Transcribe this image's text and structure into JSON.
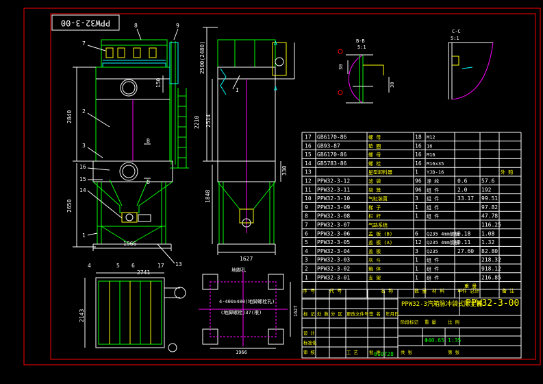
{
  "drawing_number_box": "PPW32-3-00",
  "drawing_number_title": "PPW32-3-00",
  "product_name": "PPW32-3汽箱脉冲袋式除尘器",
  "weight": "Φ40.65",
  "scale": "1:35",
  "serial": "010728",
  "colors": {
    "frame": "#ff0000",
    "line": "#ffffff",
    "green": "#00ff00",
    "yellow": "#ffff00",
    "cyan": "#00ffff",
    "magenta": "#ff00ff"
  },
  "front_view": {
    "balloons": [
      "8",
      "9",
      "7",
      "2",
      "3",
      "16",
      "15",
      "14",
      "1",
      "13"
    ],
    "dims": {
      "overall_height": "2840",
      "hopper_height": "2650",
      "inlet": "150",
      "width": "1966"
    },
    "section_marks": {
      "b_top": "B",
      "b_bottom": "B"
    }
  },
  "side_view": {
    "dims": {
      "top": "2500(2480)",
      "mid": "2210",
      "mid2": "2514",
      "right": "330",
      "hopper": "1848",
      "width": "1627"
    },
    "marks": {
      "a1": "A",
      "a2": "A",
      "roman": "I"
    }
  },
  "plan_view": {
    "balloons": [
      "4",
      "5",
      "6",
      "17",
      "13"
    ],
    "dims": {
      "width": "2741",
      "height": "2143"
    }
  },
  "foundation_view": {
    "label": "地脚孔",
    "note1": "4-400x400(地脚螺栓孔)",
    "note2": "(地脚螺栓)37(根)",
    "dims": {
      "width": "1966",
      "height": "1627"
    }
  },
  "detail_bb": {
    "title": "B-B",
    "scale": "5:1",
    "dims": [
      "30",
      "30"
    ]
  },
  "detail_cc": {
    "title": "C-C",
    "scale": "5:1"
  },
  "bom": {
    "rows": [
      {
        "no": "17",
        "code": "GB6170-86",
        "name": "螺 母",
        "qty": "18",
        "mat": "M12",
        "w1": "",
        "w2": "",
        "note": ""
      },
      {
        "no": "16",
        "code": "GB93-87",
        "name": "垫 圈",
        "qty": "16",
        "mat": "16",
        "w1": "",
        "w2": "",
        "note": ""
      },
      {
        "no": "15",
        "code": "GB6170-86",
        "name": "螺 母",
        "qty": "16",
        "mat": "M16",
        "w1": "",
        "w2": "",
        "note": ""
      },
      {
        "no": "14",
        "code": "GB5783-86",
        "name": "螺 栓",
        "qty": "16",
        "mat": "M16x35",
        "w1": "",
        "w2": "",
        "note": ""
      },
      {
        "no": "13",
        "code": "",
        "name": "星型卸料器",
        "qty": "1",
        "mat": "YJD-16",
        "w1": "",
        "w2": "",
        "note": "外 购"
      },
      {
        "no": "12",
        "code": "PPW32-3-12",
        "name": "滤 袋",
        "qty": "96",
        "mat": "涤 纶",
        "w1": "0.6",
        "w2": "57.6",
        "note": ""
      },
      {
        "no": "11",
        "code": "PPW32-3-11",
        "name": "袋 笼",
        "qty": "96",
        "mat": "组 件",
        "w1": "2.0",
        "w2": "192",
        "note": ""
      },
      {
        "no": "10",
        "code": "PPW32-3-10",
        "name": "气缸装置",
        "qty": "3",
        "mat": "组 件",
        "w1": "33.17",
        "w2": "99.51",
        "note": ""
      },
      {
        "no": "9",
        "code": "PPW32-3-09",
        "name": "梯 子",
        "qty": "1",
        "mat": "组 件",
        "w1": "",
        "w2": "97.82",
        "note": ""
      },
      {
        "no": "8",
        "code": "PPW32-3-08",
        "name": "栏 杆",
        "qty": "1",
        "mat": "组 件",
        "w1": "",
        "w2": "47.78",
        "note": ""
      },
      {
        "no": "7",
        "code": "PPW32-3-07",
        "name": "气路系统",
        "qty": "",
        "mat": "",
        "w1": "",
        "w2": "116.25",
        "note": ""
      },
      {
        "no": "6",
        "code": "PPW32-3-06",
        "name": "盖 板 (B)",
        "qty": "6",
        "mat": "Q235 4mm钢板",
        "w1": "0.18",
        "w2": "1.08",
        "note": ""
      },
      {
        "no": "5",
        "code": "PPW32-3-05",
        "name": "盖 板 (A)",
        "qty": "12",
        "mat": "Q235 4mm钢板",
        "w1": "0.11",
        "w2": "1.32",
        "note": ""
      },
      {
        "no": "4",
        "code": "PPW32-3-04",
        "name": "盖 板",
        "qty": "3",
        "mat": "Q235",
        "w1": "27.60",
        "w2": "82.80",
        "note": ""
      },
      {
        "no": "3",
        "code": "PPW32-3-03",
        "name": "灰 斗",
        "qty": "1",
        "mat": "组 件",
        "w1": "",
        "w2": "218.32",
        "note": ""
      },
      {
        "no": "2",
        "code": "PPW32-3-02",
        "name": "箱 体",
        "qty": "1",
        "mat": "组 件",
        "w1": "",
        "w2": "918.12",
        "note": ""
      },
      {
        "no": "1",
        "code": "PPW32-3-01",
        "name": "支 架",
        "qty": "1",
        "mat": "组 件",
        "w1": "",
        "w2": "216.85",
        "note": ""
      }
    ],
    "header": {
      "no": "序 号",
      "code": "代 号",
      "name": "名 称",
      "qty": "数 量",
      "mat": "材 料",
      "w": "单件 总计",
      "wlabel": "重 量",
      "note": "备 注"
    }
  },
  "title_block": {
    "labels": [
      "标 记",
      "处 数",
      "分 区",
      "更改文件号",
      "签 名",
      "年月日",
      "设 计",
      "标准化",
      "审 核",
      "工 艺",
      "批 准",
      "阶段标记",
      "重 量",
      "比 例",
      "共 张",
      "第 张"
    ]
  }
}
